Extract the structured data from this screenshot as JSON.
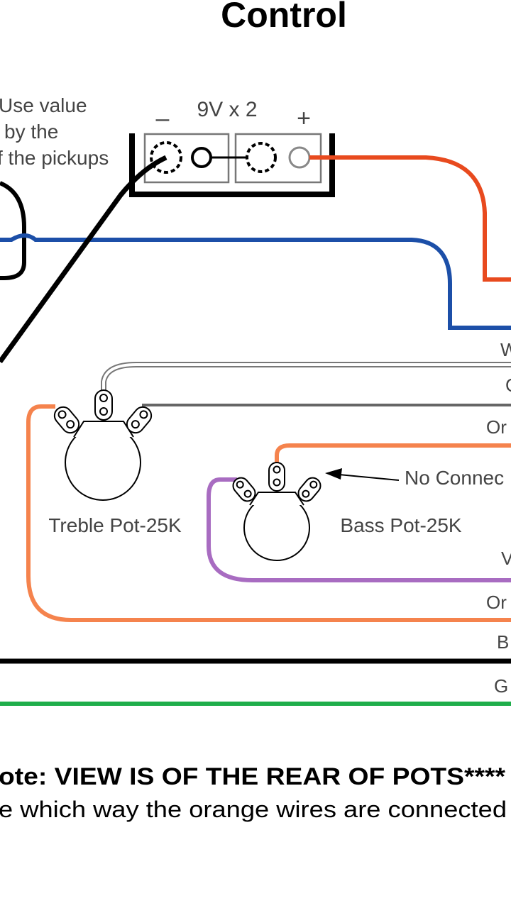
{
  "title": "Control",
  "battery": {
    "label": "9V x 2",
    "minus_symbol": "–",
    "plus_symbol": "+"
  },
  "pickup_note": {
    "line1": "Use value",
    "line2": "by the",
    "line3": "f the pickups"
  },
  "pots": {
    "treble_label": "Treble Pot-25K",
    "bass_label": "Bass Pot-25K"
  },
  "callout": "No Connec",
  "wire_labels": {
    "white": "W",
    "gray": "G",
    "orange_1": "Or",
    "violet": "V",
    "orange_2": "Or",
    "black": "B",
    "green": "G"
  },
  "notes": {
    "line1": "ote: VIEW IS OF THE REAR OF POTS****",
    "line2": "e which way the orange wires are connected"
  },
  "colors": {
    "red_wire": "#e84a1e",
    "blue_wire": "#1c4fa8",
    "orange_wire": "#f5834d",
    "violet_wire": "#a86cc1",
    "black_wire": "#000000",
    "green_wire": "#1fae4b",
    "gray_wire": "#666666",
    "white_wire_outline": "#777777"
  }
}
